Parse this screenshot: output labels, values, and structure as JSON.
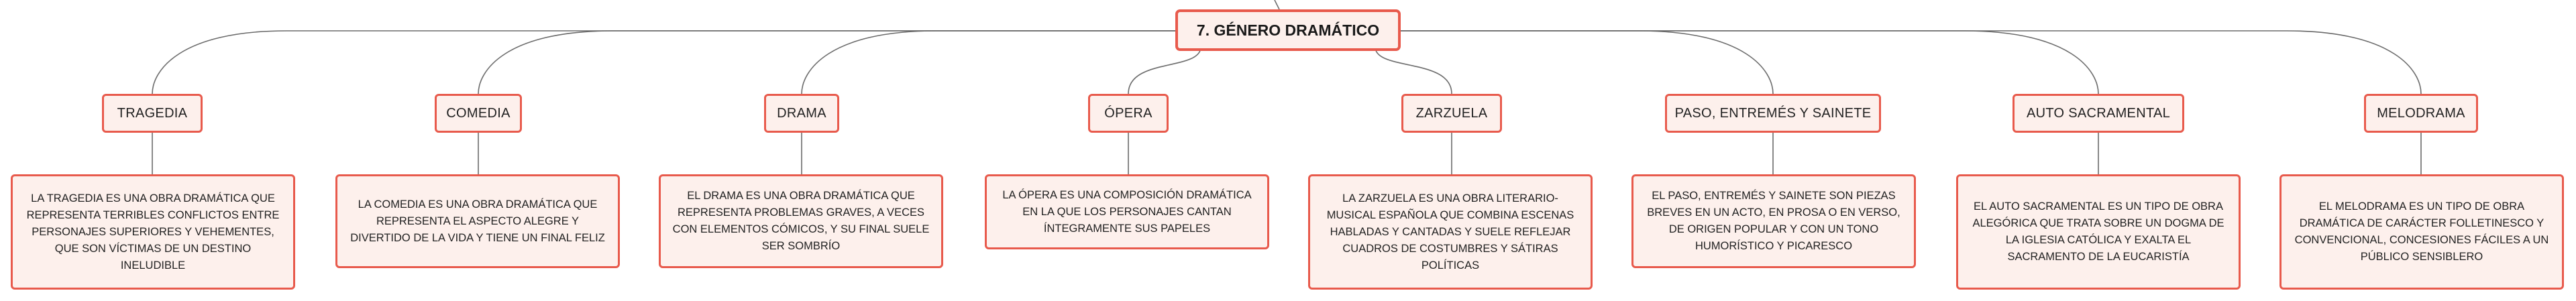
{
  "root": {
    "label": "7. GÉNERO DRAMÁTICO"
  },
  "categories": [
    {
      "label": "TRAGEDIA",
      "description": "LA TRAGEDIA ES UNA OBRA DRAMÁTICA QUE REPRESENTA TERRIBLES CONFLICTOS ENTRE PERSONAJES SUPERIORES Y VEHEMENTES, QUE SON VÍCTIMAS DE UN DESTINO INELUDIBLE"
    },
    {
      "label": "COMEDIA",
      "description": "LA COMEDIA ES UNA OBRA DRAMÁTICA QUE REPRESENTA EL ASPECTO ALEGRE Y DIVERTIDO DE LA VIDA Y TIENE UN FINAL FELIZ"
    },
    {
      "label": "DRAMA",
      "description": "EL DRAMA ES UNA OBRA DRAMÁTICA QUE REPRESENTA PROBLEMAS GRAVES, A VECES CON ELEMENTOS CÓMICOS, Y SU FINAL SUELE SER SOMBRÍO"
    },
    {
      "label": "ÓPERA",
      "description": "LA ÓPERA ES UNA COMPOSICIÓN DRAMÁTICA EN LA QUE LOS PERSONAJES CANTAN ÍNTEGRAMENTE SUS PAPELES"
    },
    {
      "label": "ZARZUELA",
      "description": "LA ZARZUELA ES UNA OBRA LITERARIO-MUSICAL ESPAÑOLA QUE COMBINA ESCENAS HABLADAS Y CANTADAS Y SUELE REFLEJAR CUADROS DE COSTUMBRES Y SÁTIRAS POLÍTICAS"
    },
    {
      "label": "PASO, ENTREMÉS Y SAINETE",
      "description": "EL PASO, ENTREMÉS Y SAINETE SON PIEZAS BREVES EN UN ACTO, EN PROSA O EN VERSO, DE ORIGEN POPULAR Y CON UN TONO HUMORÍSTICO Y PICARESCO"
    },
    {
      "label": "AUTO SACRAMENTAL",
      "description": "EL AUTO SACRAMENTAL ES UN TIPO DE OBRA ALEGÓRICA QUE TRATA SOBRE UN DOGMA DE LA IGLESIA CATÓLICA Y EXALTA EL SACRAMENTO DE LA EUCARISTÍA"
    },
    {
      "label": "MELODRAMA",
      "description": "EL MELODRAMA ES UN TIPO DE OBRA DRAMÁTICA DE CARÁCTER FOLLETINESCO Y CONVENCIONAL, CONCESIONES FÁCILES A UN PÚBLICO SENSIBLERO"
    }
  ]
}
